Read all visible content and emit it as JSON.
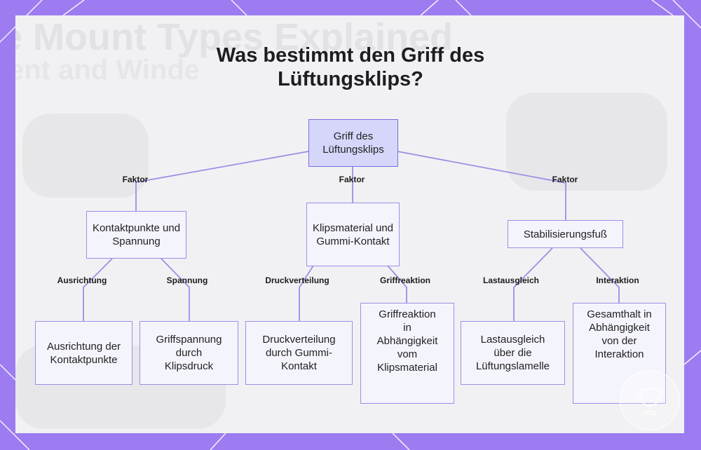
{
  "title_lines": [
    "Was bestimmt den Griff des",
    "Lüftungsklips?"
  ],
  "background_text": [
    "e Mount Types Explained",
    "ent and Winde"
  ],
  "colors": {
    "frame": "#9c7cf0",
    "edge": "#9b8fe6",
    "root_fill": "#d6d6fb",
    "node_fill": "#f4f4fd"
  },
  "root": {
    "label": "Griff des Lüftungsklips"
  },
  "factors": [
    {
      "edge_label": "Faktor",
      "label": "Kontaktpunkte und Spannung",
      "children": [
        {
          "edge_label": "Ausrichtung",
          "label": "Ausrichtung der Kontaktpunkte"
        },
        {
          "edge_label": "Spannung",
          "label": "Griffspannung durch Klipsdruck"
        }
      ]
    },
    {
      "edge_label": "Faktor",
      "label": "Klipsmaterial und Gummi-Kontakt",
      "children": [
        {
          "edge_label": "Druckverteilung",
          "label": "Druckverteilung durch Gummi-Kontakt"
        },
        {
          "edge_label": "Griffreaktion",
          "label": "Griffreaktion in Abhängigkeit vom Klipsmaterial"
        }
      ]
    },
    {
      "edge_label": "Faktor",
      "label": "Stabilisierungsfuß",
      "children": [
        {
          "edge_label": "Lastausgleich",
          "label": "Lastausgleich über die Lüftungslamelle"
        },
        {
          "edge_label": "Interaktion",
          "label": "Gesamthalt in Abhängigkeit von der Interaktion"
        }
      ]
    }
  ]
}
